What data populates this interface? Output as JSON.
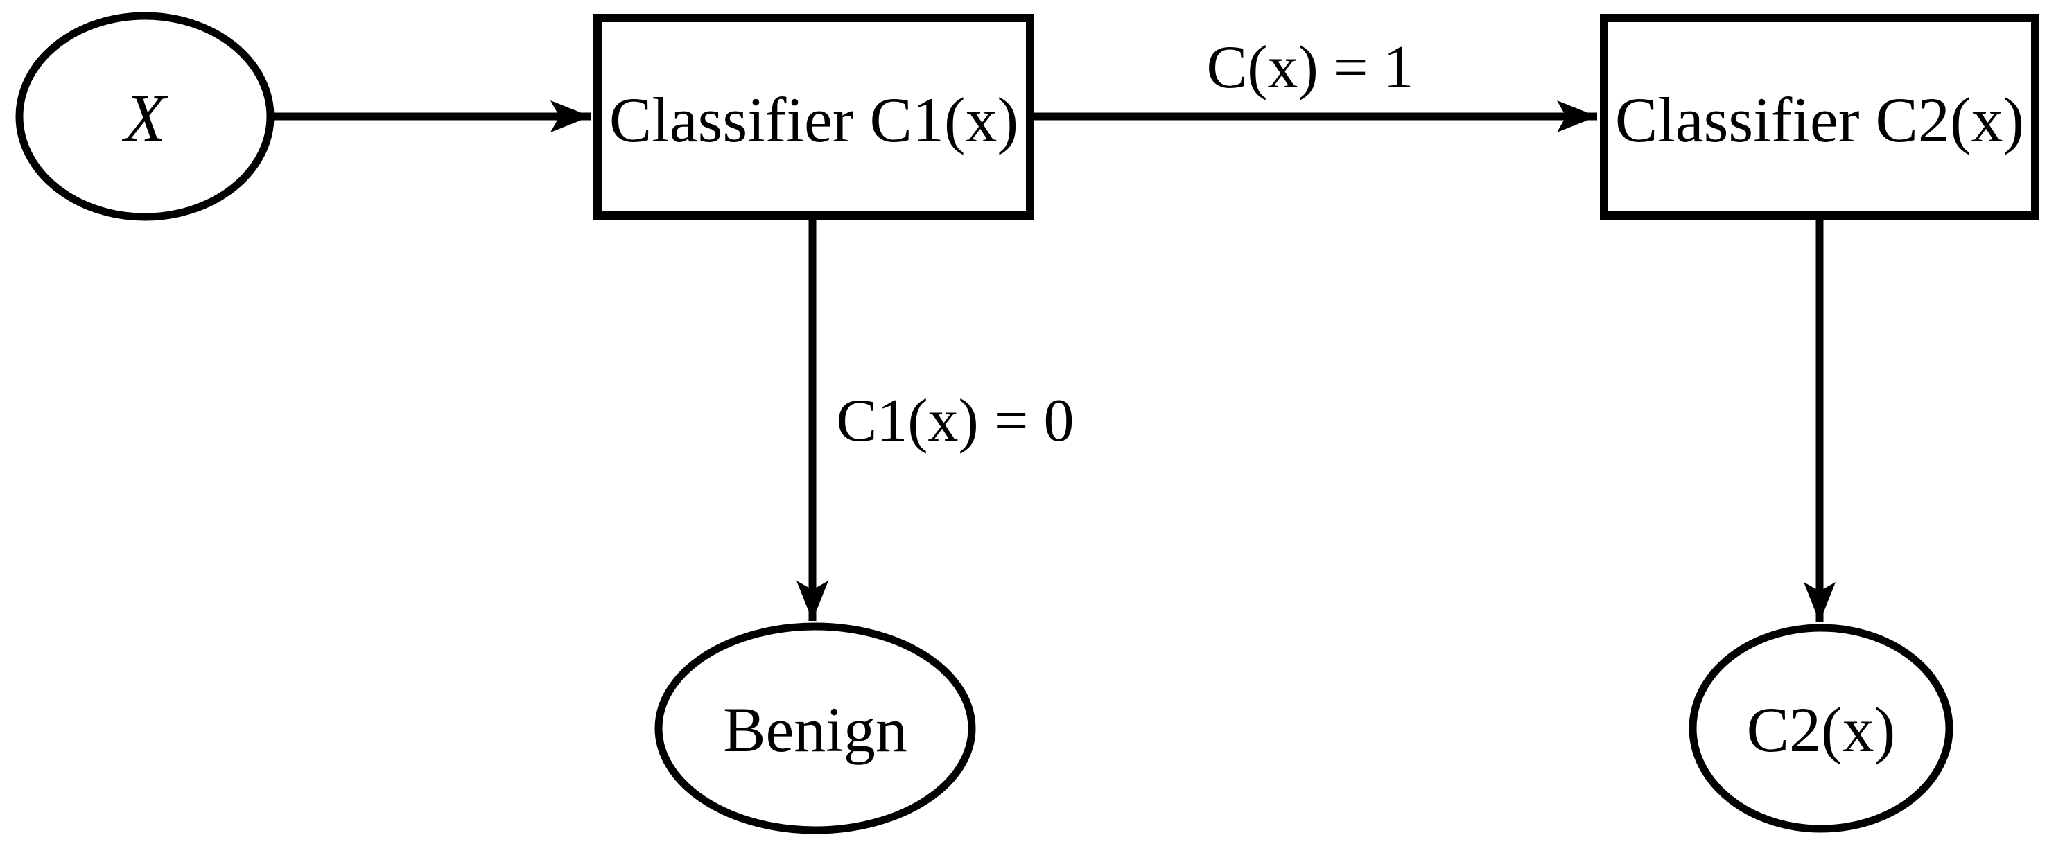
{
  "figure": {
    "type": "flowchart",
    "background_color": "#ffffff",
    "stroke_color": "#000000",
    "text_color": "#000000",
    "nodes": [
      {
        "id": "input-x",
        "shape": "ellipse",
        "label": "X"
      },
      {
        "id": "classifier-c1",
        "shape": "rectangle",
        "label": "Classifier C1(x)"
      },
      {
        "id": "classifier-c2",
        "shape": "rectangle",
        "label": "Classifier C2(x)"
      },
      {
        "id": "output-benign",
        "shape": "ellipse",
        "label": "Benign"
      },
      {
        "id": "output-c2x",
        "shape": "ellipse",
        "label": "C2(x)"
      }
    ],
    "edges": [
      {
        "from": "input-x",
        "to": "classifier-c1",
        "label": ""
      },
      {
        "from": "classifier-c1",
        "to": "classifier-c2",
        "label": "C(x) = 1"
      },
      {
        "from": "classifier-c1",
        "to": "output-benign",
        "label": "C1(x) = 0"
      },
      {
        "from": "classifier-c2",
        "to": "output-c2x",
        "label": ""
      }
    ]
  }
}
